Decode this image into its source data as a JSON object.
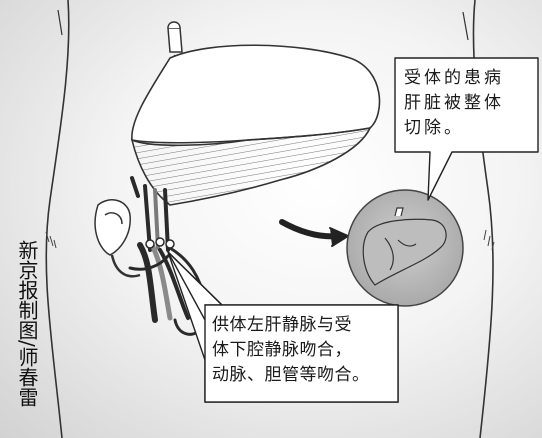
{
  "callouts": {
    "top": {
      "lines": [
        "受体的患病",
        "肝脏被整体",
        "切除。"
      ]
    },
    "bottom": {
      "lines": [
        "供体左肝静脉与受",
        "体下腔静脉吻合，",
        "动脉、胆管等吻合。"
      ]
    }
  },
  "credit": "新京报制图/师春雷",
  "icons": {
    "arrow": "curved-arrow-icon"
  },
  "colors": {
    "vessel_dark": "#2a2a2a",
    "vessel_gray": "#8a8a8a",
    "circle_fill": "#b8b8b8",
    "background_edge": "#d2d2d2"
  }
}
